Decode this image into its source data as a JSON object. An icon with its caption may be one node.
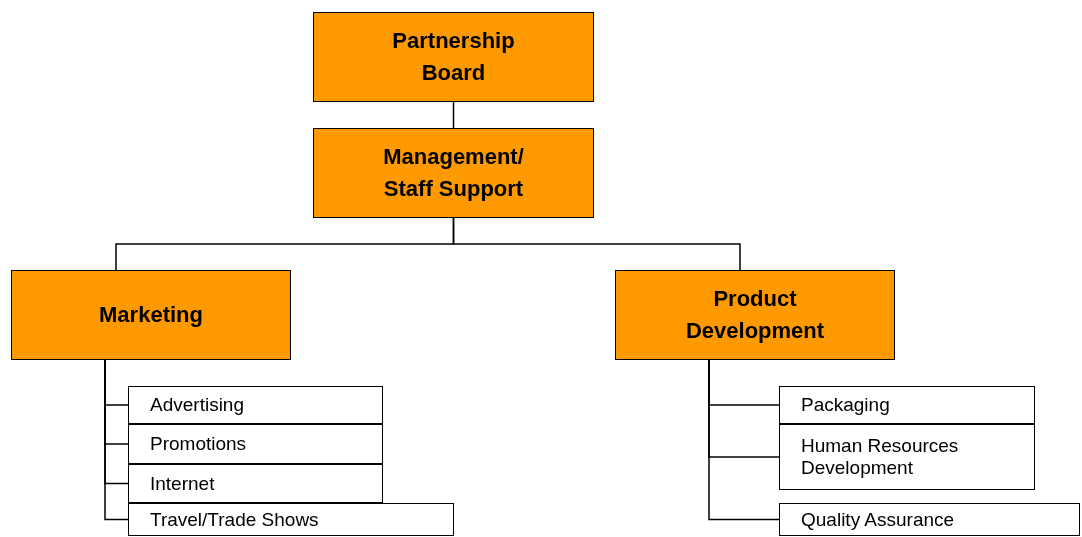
{
  "diagram": {
    "nodes": [
      {
        "text": [
          "Partnership Board"
        ]
      },
      {
        "text": [
          "Management/ Staff Support"
        ]
      },
      {
        "text": [
          "Marketing"
        ]
      },
      {
        "text": [
          "Product Development"
        ]
      },
      {
        "text": [
          "Advertising"
        ]
      },
      {
        "text": [
          "Promotions"
        ]
      },
      {
        "text": [
          "Internet"
        ]
      },
      {
        "text": [
          "Travel/Trade Shows"
        ]
      },
      {
        "text": [
          "Packaging"
        ]
      },
      {
        "text": [
          "Human Resources Development"
        ]
      },
      {
        "text": [
          "Quality Assurance"
        ]
      }
    ],
    "edges": [
      {
        "from": 0,
        "to": 1,
        "arrow": "none"
      },
      {
        "from": 1,
        "to": 2,
        "arrow": "none"
      },
      {
        "from": 1,
        "to": 3,
        "arrow": "none"
      },
      {
        "from": 2,
        "to": 4,
        "arrow": "none"
      },
      {
        "from": 2,
        "to": 5,
        "arrow": "none"
      },
      {
        "from": 2,
        "to": 6,
        "arrow": "none"
      },
      {
        "from": 2,
        "to": 7,
        "arrow": "none"
      },
      {
        "from": 3,
        "to": 8,
        "arrow": "none"
      },
      {
        "from": 3,
        "to": 9,
        "arrow": "none"
      },
      {
        "from": 3,
        "to": 10,
        "arrow": "none"
      }
    ]
  }
}
